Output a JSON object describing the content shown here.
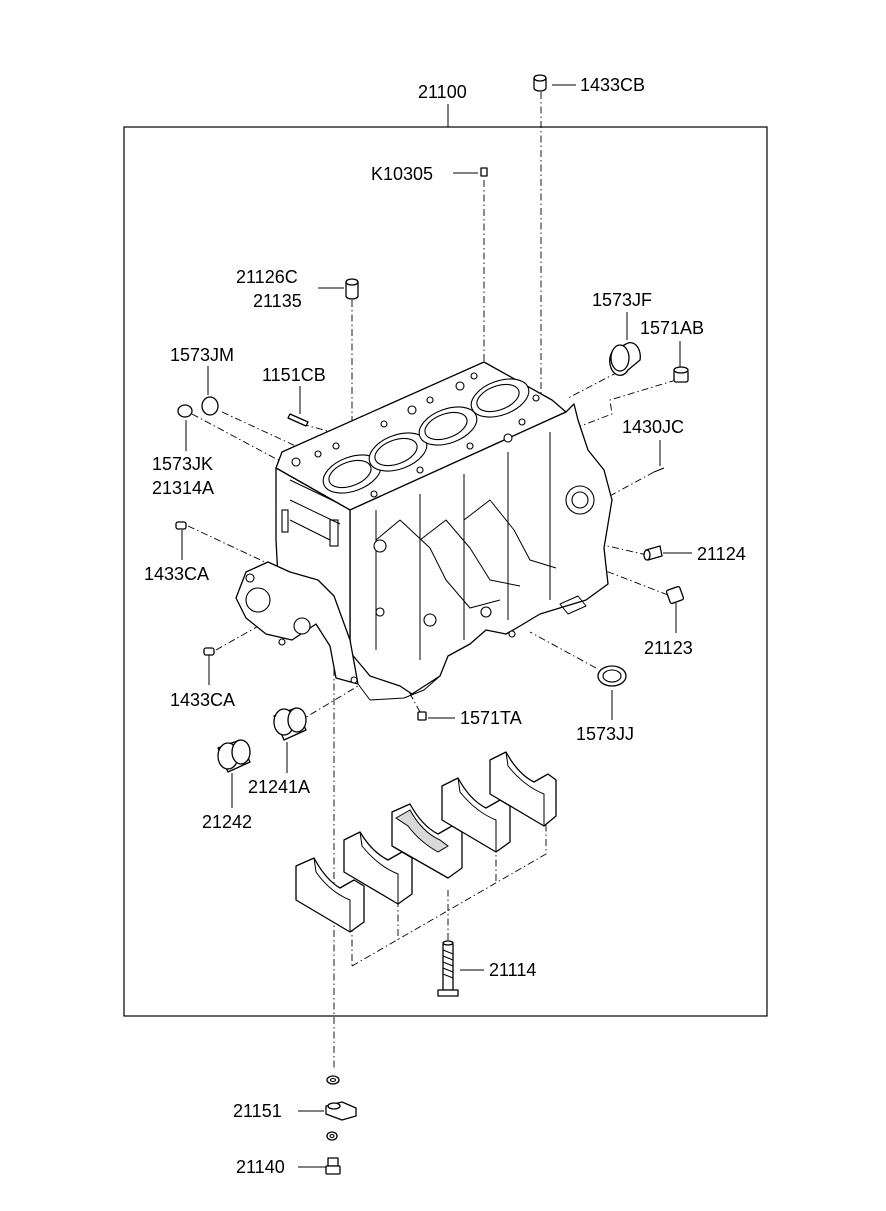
{
  "parts": {
    "p21100": "21100",
    "p1433CB": "1433CB",
    "pK10305": "K10305",
    "p21126C": "21126C",
    "p21135": "21135",
    "p1573JF": "1573JF",
    "p1571AB": "1571AB",
    "p1573JM": "1573JM",
    "p1151CB": "1151CB",
    "p1430JC": "1430JC",
    "p1573JK": "1573JK",
    "p21314A": "21314A",
    "p21124": "21124",
    "p1433CA_upper": "1433CA",
    "p21123": "21123",
    "p1433CA_lower": "1433CA",
    "p1571TA": "1571TA",
    "p1573JJ": "1573JJ",
    "p21241A": "21241A",
    "p21242": "21242",
    "p21114": "21114",
    "p21151": "21151",
    "p21140": "21140"
  },
  "icons": [
    "cylinder-block-icon",
    "main-bearing-cap-icon",
    "bolt-icon",
    "bushing-icon",
    "plug-icon",
    "dowel-pin-icon",
    "sensor-icon",
    "washer-icon"
  ]
}
